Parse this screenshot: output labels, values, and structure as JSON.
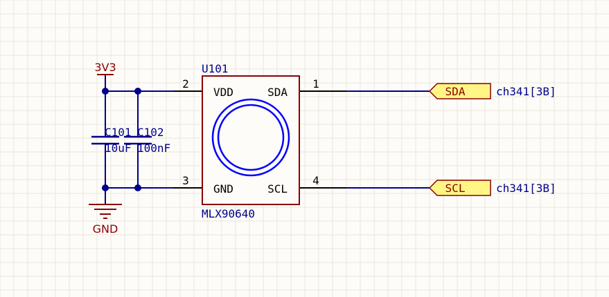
{
  "colors": {
    "background": "#fdfcf8",
    "grid": "#e9e6dc",
    "wire": "#00008b",
    "power": "#8b0000",
    "component_outline": "#8b0000",
    "component_fill": "#fdfcf8",
    "component_text": "#000000",
    "pin_number": "#000000",
    "netlabel_fill": "#fff685",
    "netlabel_stroke": "#8b0000",
    "netlabel_text": "#8b0000",
    "annotation": "#00008b",
    "sensor_circle": "#0000ff"
  },
  "power": {
    "vcc": "3V3",
    "ground": "GND"
  },
  "u101": {
    "ref": "U101",
    "value": "MLX90640",
    "pins": {
      "vdd": {
        "name": "VDD",
        "number": "2"
      },
      "sda": {
        "name": "SDA",
        "number": "1"
      },
      "gnd": {
        "name": "GND",
        "number": "3"
      },
      "scl": {
        "name": "SCL",
        "number": "4"
      }
    }
  },
  "capacitors": {
    "c101": {
      "ref": "C101",
      "value": "10uF"
    },
    "c102": {
      "ref": "C102",
      "value": "100nF"
    }
  },
  "nets": {
    "sda": {
      "label": "SDA",
      "annotation": "ch341[3B]"
    },
    "scl": {
      "label": "SCL",
      "annotation": "ch341[3B]"
    }
  }
}
